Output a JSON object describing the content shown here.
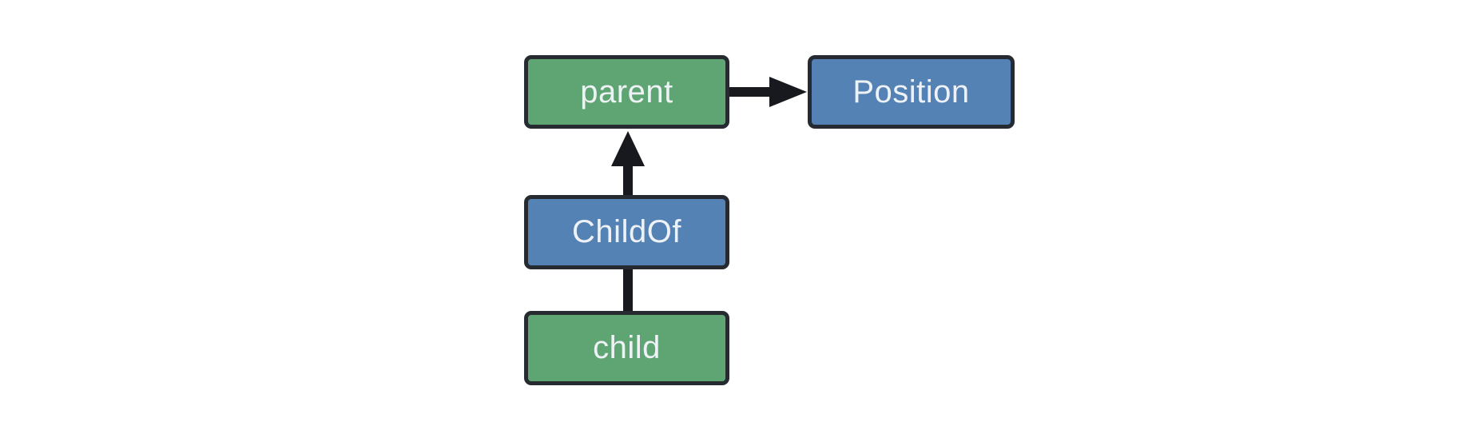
{
  "diagram": {
    "kind": "entity-relationship-graph",
    "nodes": {
      "parent": {
        "label": "parent",
        "role": "entity",
        "fill": "#5fa573"
      },
      "position": {
        "label": "Position",
        "role": "component",
        "fill": "#5582b4"
      },
      "childof": {
        "label": "ChildOf",
        "role": "relationship",
        "fill": "#5582b4"
      },
      "child": {
        "label": "child",
        "role": "entity",
        "fill": "#5fa573"
      }
    },
    "edges": [
      {
        "from": "parent",
        "to": "Position",
        "style": "arrow"
      },
      {
        "from": "ChildOf",
        "to": "parent",
        "style": "arrow"
      },
      {
        "from": "child",
        "to": "ChildOf",
        "style": "plain-line"
      }
    ],
    "colors": {
      "background": "#ffffff",
      "node_border": "#262a31",
      "edge": "#17191e",
      "label_text": "#eef2f6",
      "entity_green": "#5fa573",
      "component_blue": "#5582b4"
    }
  }
}
